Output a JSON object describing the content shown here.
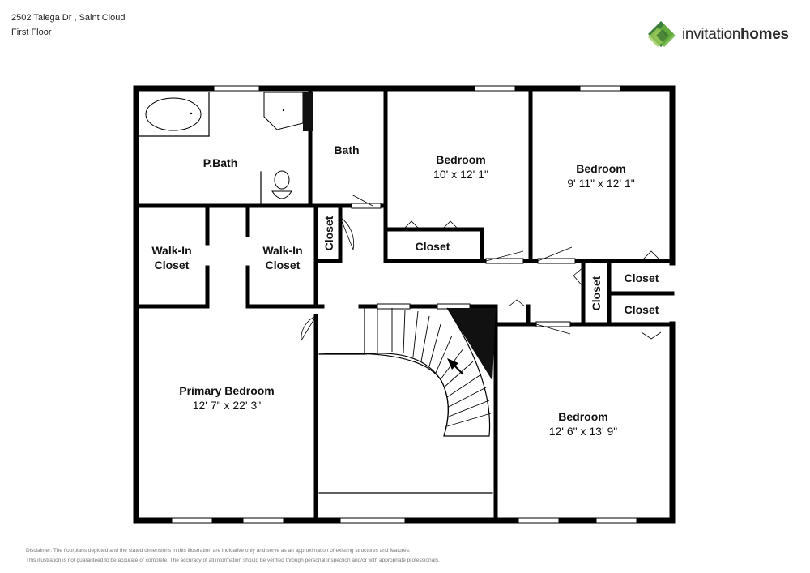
{
  "header": {
    "address": "2502 Talega Dr , Saint Cloud",
    "floor": "First Floor"
  },
  "logo": {
    "word1": "invitation",
    "word2": "homes",
    "colors": [
      "#3b7d3a",
      "#6cb33f",
      "#9ccc5a"
    ]
  },
  "rooms": [
    {
      "id": "pbath",
      "name": "P.Bath",
      "dims": ""
    },
    {
      "id": "bath",
      "name": "Bath",
      "dims": ""
    },
    {
      "id": "bedroom-1",
      "name": "Bedroom",
      "dims": "10' x 12' 1\""
    },
    {
      "id": "bedroom-2",
      "name": "Bedroom",
      "dims": "9' 11\" x 12' 1\""
    },
    {
      "id": "walkin-1",
      "name": "Walk-In Closet",
      "dims": ""
    },
    {
      "id": "walkin-2",
      "name": "Walk-In Closet",
      "dims": ""
    },
    {
      "id": "closet-bed1",
      "name": "Closet",
      "dims": ""
    },
    {
      "id": "closet-hall",
      "name": "Closet",
      "dims": ""
    },
    {
      "id": "closet-upper",
      "name": "Closet",
      "dims": ""
    },
    {
      "id": "closet-lower",
      "name": "Closet",
      "dims": ""
    },
    {
      "id": "closet-vertical",
      "name": "Closet",
      "dims": ""
    },
    {
      "id": "primary-bedroom",
      "name": "Primary Bedroom",
      "dims": "12' 7\" x 22' 3\""
    },
    {
      "id": "bedroom-3",
      "name": "Bedroom",
      "dims": "12' 6\" x 13' 9\""
    }
  ],
  "disclaimer": {
    "line1": "Disclaimer: The floorplans depicted and the stated dimensions in this illustration are indicative only and serve as an approximation of existing structures and features.",
    "line2": "This illustration is not guaranteed to be accurate or complete. The accuracy of all information should be verified through personal inspection and/or with appropriate professionals."
  }
}
